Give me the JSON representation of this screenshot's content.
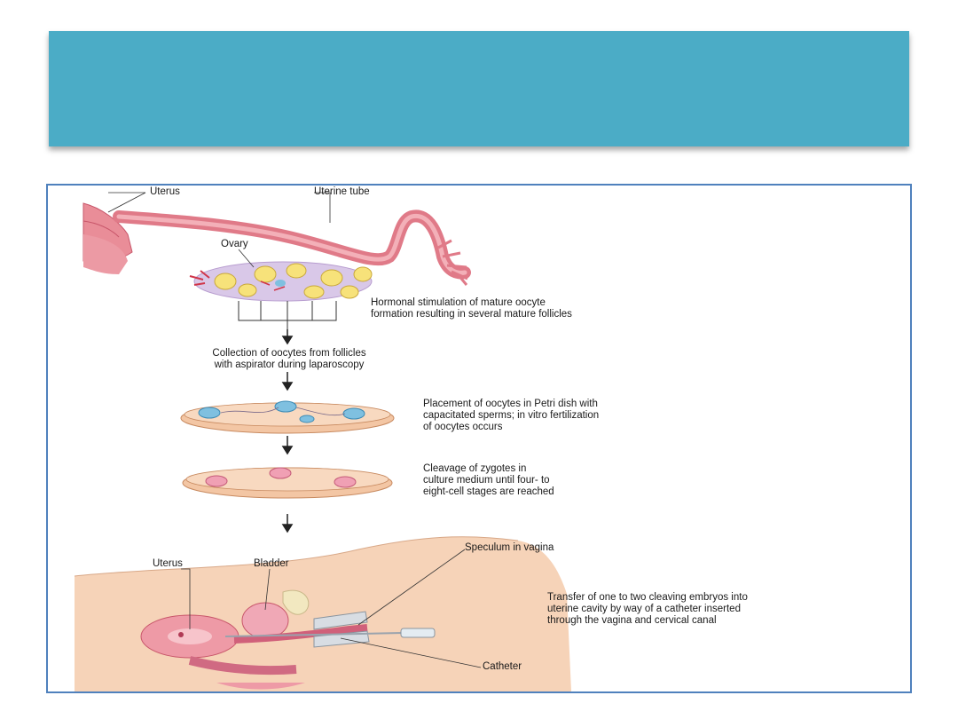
{
  "slide": {
    "title": "",
    "accent_color": "#4bacc6",
    "frame_color": "#4f81bd"
  },
  "figure": {
    "labels": {
      "uterus_top": "Uterus",
      "uterine_tube": "Uterine tube",
      "ovary": "Ovary",
      "uterus_bottom": "Uterus",
      "bladder": "Bladder",
      "speculum": "Speculum in vagina",
      "catheter": "Catheter"
    },
    "steps": [
      {
        "line1": "Hormonal stimulation of mature oocyte",
        "line2": "formation resulting in several mature follicles",
        "line3": ""
      },
      {
        "line1": "Collection of oocytes from follicles",
        "line2": "with aspirator during laparoscopy",
        "line3": ""
      },
      {
        "line1": "Placement of oocytes in Petri dish with",
        "line2": "capacitated sperms; in vitro fertilization",
        "line3": "of oocytes occurs"
      },
      {
        "line1": "Cleavage of zygotes in",
        "line2": "culture medium until four- to",
        "line3": "eight-cell stages are reached"
      },
      {
        "line1": "Transfer of one to two cleaving embryos into",
        "line2": "uterine cavity by way of a catheter inserted",
        "line3": "through the vagina and cervical canal"
      }
    ]
  }
}
